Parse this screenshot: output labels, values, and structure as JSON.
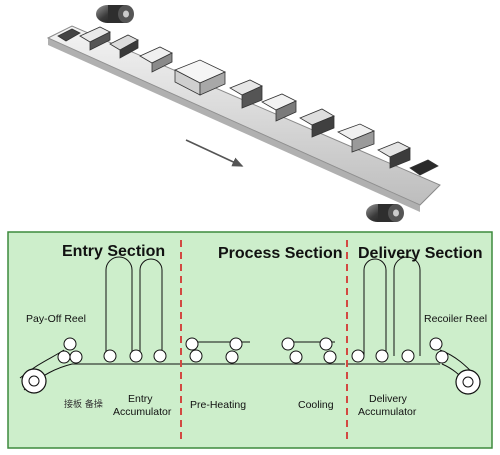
{
  "sections": {
    "entry": "Entry Section",
    "process": "Process Section",
    "delivery": "Delivery Section"
  },
  "labels": {
    "payoff_reel": "Pay-Off Reel",
    "recoiler_reel": "Recoiler Reel",
    "entry_accumulator_1": "Entry",
    "entry_accumulator_2": "Accumulator",
    "pre_heating": "Pre-Heating",
    "cooling": "Cooling",
    "delivery_accumulator_1": "Delivery",
    "delivery_accumulator_2": "Accumulator",
    "chinese_note": "接板 备操"
  },
  "colors": {
    "panel_bg": "#cdeecb",
    "panel_border": "#3d8a3d",
    "divider": "#d42020",
    "strip": "#111111"
  }
}
